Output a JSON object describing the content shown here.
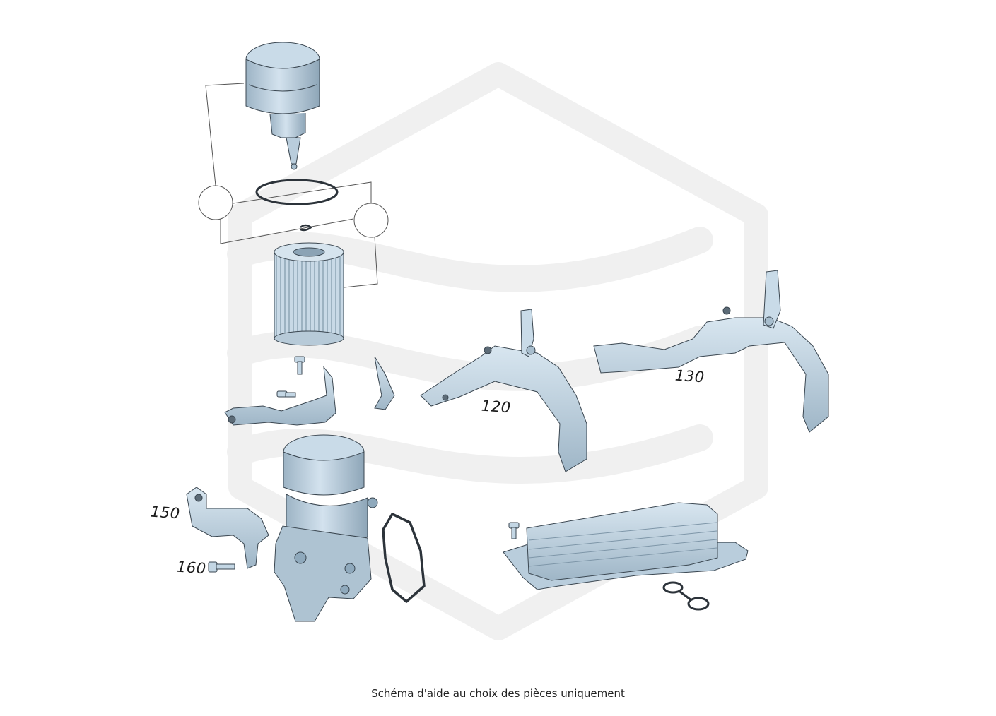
{
  "diagram": {
    "caption": "Schéma d'aide au choix des pièces uniquement",
    "part_labels": {
      "p120": "120",
      "p130": "130",
      "p150": "150",
      "p160": "160"
    },
    "colors": {
      "part_fill": "#c3d6e4",
      "part_shade": "#8fa9bc",
      "part_outline": "#3a4650",
      "watermark": "#f1f1f1",
      "leader_line": "#555555"
    }
  }
}
